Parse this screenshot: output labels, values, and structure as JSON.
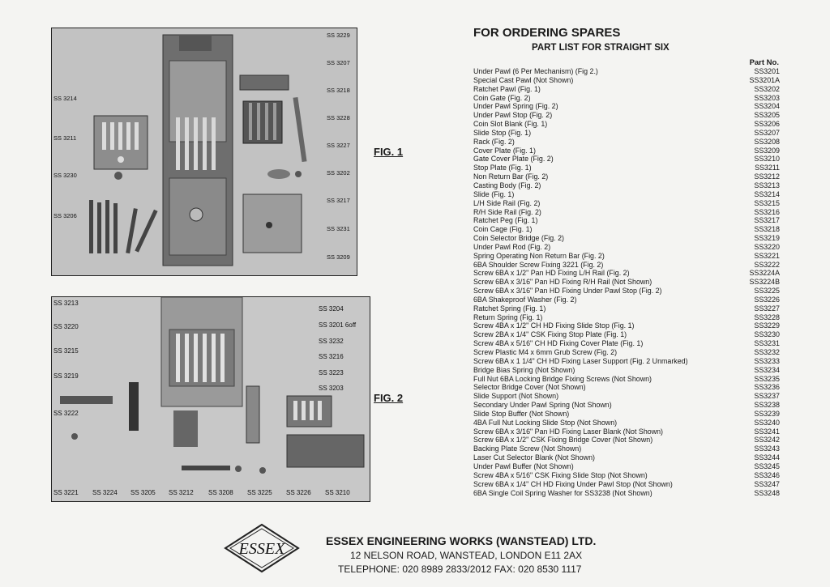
{
  "heading": {
    "title": "FOR ORDERING SPARES",
    "subtitle": "PART LIST FOR STRAIGHT SIX",
    "part_no_header": "Part No."
  },
  "figures": {
    "fig1_label": "FIG. 1",
    "fig2_label": "FIG. 2",
    "fig1_callouts": [
      "SS 3229",
      "SS 3207",
      "SS 3218",
      "SS 3228",
      "SS 3227",
      "SS 3202",
      "SS 3217",
      "SS 3231",
      "SS 3209",
      "SS 3214",
      "SS 3211",
      "SS 3230",
      "SS 3206"
    ],
    "fig2_callouts": [
      "SS 3213",
      "SS 3220",
      "SS 3215",
      "SS 3219",
      "SS 3222",
      "SS 3204",
      "SS 3201 6off",
      "SS 3232",
      "SS 3216",
      "SS 3223",
      "SS 3203",
      "SS 3221",
      "SS 3224",
      "SS 3205",
      "SS 3212",
      "SS 3208",
      "SS 3225",
      "SS 3226",
      "SS 3210"
    ]
  },
  "parts": [
    {
      "desc": "Under Pawl (6 Per Mechanism) (Fig 2.)",
      "no": "SS3201"
    },
    {
      "desc": "Special Cast Pawl (Not Shown)",
      "no": "SS3201A"
    },
    {
      "desc": "Ratchet Pawl (Fig. 1)",
      "no": "SS3202"
    },
    {
      "desc": "Coin Gate (Fig. 2)",
      "no": "SS3203"
    },
    {
      "desc": "Under Pawl Spring (Fig. 2)",
      "no": "SS3204"
    },
    {
      "desc": "Under Pawl Stop (Fig. 2)",
      "no": "SS3205"
    },
    {
      "desc": "Coin Slot Blank (Fig. 1)",
      "no": "SS3206"
    },
    {
      "desc": "Slide Stop (Fig. 1)",
      "no": "SS3207"
    },
    {
      "desc": "Rack (Fig. 2)",
      "no": "SS3208"
    },
    {
      "desc": "Cover Plate (Fig. 1)",
      "no": "SS3209"
    },
    {
      "desc": "Gate Cover Plate (Fig. 2)",
      "no": "SS3210"
    },
    {
      "desc": "Stop Plate (Fig. 1)",
      "no": "SS3211"
    },
    {
      "desc": "Non Return Bar (Fig. 2)",
      "no": "SS3212"
    },
    {
      "desc": "Casting Body (Fig. 2)",
      "no": "SS3213"
    },
    {
      "desc": "Slide (Fig. 1)",
      "no": "SS3214"
    },
    {
      "desc": "L/H Side Rail (Fig. 2)",
      "no": "SS3215"
    },
    {
      "desc": "R/H Side Rail (Fig. 2)",
      "no": "SS3216"
    },
    {
      "desc": "Ratchet Peg (Fig. 1)",
      "no": "SS3217"
    },
    {
      "desc": "Coin Cage (Fig. 1)",
      "no": "SS3218"
    },
    {
      "desc": "Coin Selector Bridge (Fig. 2)",
      "no": "SS3219"
    },
    {
      "desc": "Under Pawl Rod (Fig. 2)",
      "no": "SS3220"
    },
    {
      "desc": "Spring Operating Non Return Bar (Fig. 2)",
      "no": "SS3221"
    },
    {
      "desc": "6BA Shoulder Screw Fixing 3221 (Fig. 2)",
      "no": "SS3222"
    },
    {
      "desc": "Screw 6BA x 1/2\" Pan HD Fixing L/H Rail (Fig. 2)",
      "no": "SS3224A"
    },
    {
      "desc": "Screw 6BA x 3/16\" Pan HD Fixing R/H Rail (Not Shown)",
      "no": "SS3224B"
    },
    {
      "desc": "Screw 6BA x 3/16\" Pan HD Fixing Under Pawl Stop (Fig. 2)",
      "no": "SS3225"
    },
    {
      "desc": "6BA Shakeproof Washer (Fig. 2)",
      "no": "SS3226"
    },
    {
      "desc": "Ratchet Spring (Fig. 1)",
      "no": "SS3227"
    },
    {
      "desc": "Return Spring (Fig. 1)",
      "no": "SS3228"
    },
    {
      "desc": "Screw 4BA x 1/2\" CH HD Fixing Slide Stop (Fig. 1)",
      "no": "SS3229"
    },
    {
      "desc": "Screw 2BA x 1/4\" CSK Fixing Stop Plate (Fig. 1)",
      "no": "SS3230"
    },
    {
      "desc": "Screw 4BA x 5/16\" CH HD Fixing Cover Plate (Fig. 1)",
      "no": "SS3231"
    },
    {
      "desc": "Screw Plastic M4 x 6mm Grub Screw (Fig. 2)",
      "no": "SS3232"
    },
    {
      "desc": "Screw 6BA x 1 1/4\" CH HD Fixing Laser Support (Fig. 2 Unmarked)",
      "no": "SS3233"
    },
    {
      "desc": "Bridge Bias Spring (Not Shown)",
      "no": "SS3234"
    },
    {
      "desc": "Full Nut 6BA Locking Bridge Fixing Screws (Not Shown)",
      "no": "SS3235"
    },
    {
      "desc": "Selector Bridge Cover (Not Shown)",
      "no": "SS3236"
    },
    {
      "desc": "Slide Support (Not Shown)",
      "no": "SS3237"
    },
    {
      "desc": "Secondary Under Pawl Spring (Not Shown)",
      "no": "SS3238"
    },
    {
      "desc": "Slide Stop Buffer (Not Shown)",
      "no": "SS3239"
    },
    {
      "desc": "4BA Full Nut Locking Slide Stop (Not Shown)",
      "no": "SS3240"
    },
    {
      "desc": "Screw 6BA x 3/16\" Pan HD Fixing Laser Blank (Not Shown)",
      "no": "SS3241"
    },
    {
      "desc": "Screw 6BA x 1/2\" CSK Fixing Bridge Cover (Not Shown)",
      "no": "SS3242"
    },
    {
      "desc": "Backing Plate Screw (Not Shown)",
      "no": "SS3243"
    },
    {
      "desc": "Laser Cut Selector Blank (Not Shown)",
      "no": "SS3244"
    },
    {
      "desc": "Under Pawl Buffer (Not Shown)",
      "no": "SS3245"
    },
    {
      "desc": "Screw 4BA x 5/16\" CSK Fixing Slide Stop (Not Shown)",
      "no": "SS3246"
    },
    {
      "desc": "Screw 6BA x 1/4\" CH HD Fixing Under Pawl Stop (Not Shown)",
      "no": "SS3247"
    },
    {
      "desc": "6BA Single Coil Spring Washer for SS3238 (Not Shown)",
      "no": "SS3248"
    }
  ],
  "footer": {
    "logo_text": "ESSEX",
    "company": "ESSEX ENGINEERING WORKS (WANSTEAD) LTD.",
    "address": "12 NELSON ROAD, WANSTEAD, LONDON E11 2AX",
    "phone": "TELEPHONE: 020 8989 2833/2012  FAX: 020 8530 1117"
  }
}
